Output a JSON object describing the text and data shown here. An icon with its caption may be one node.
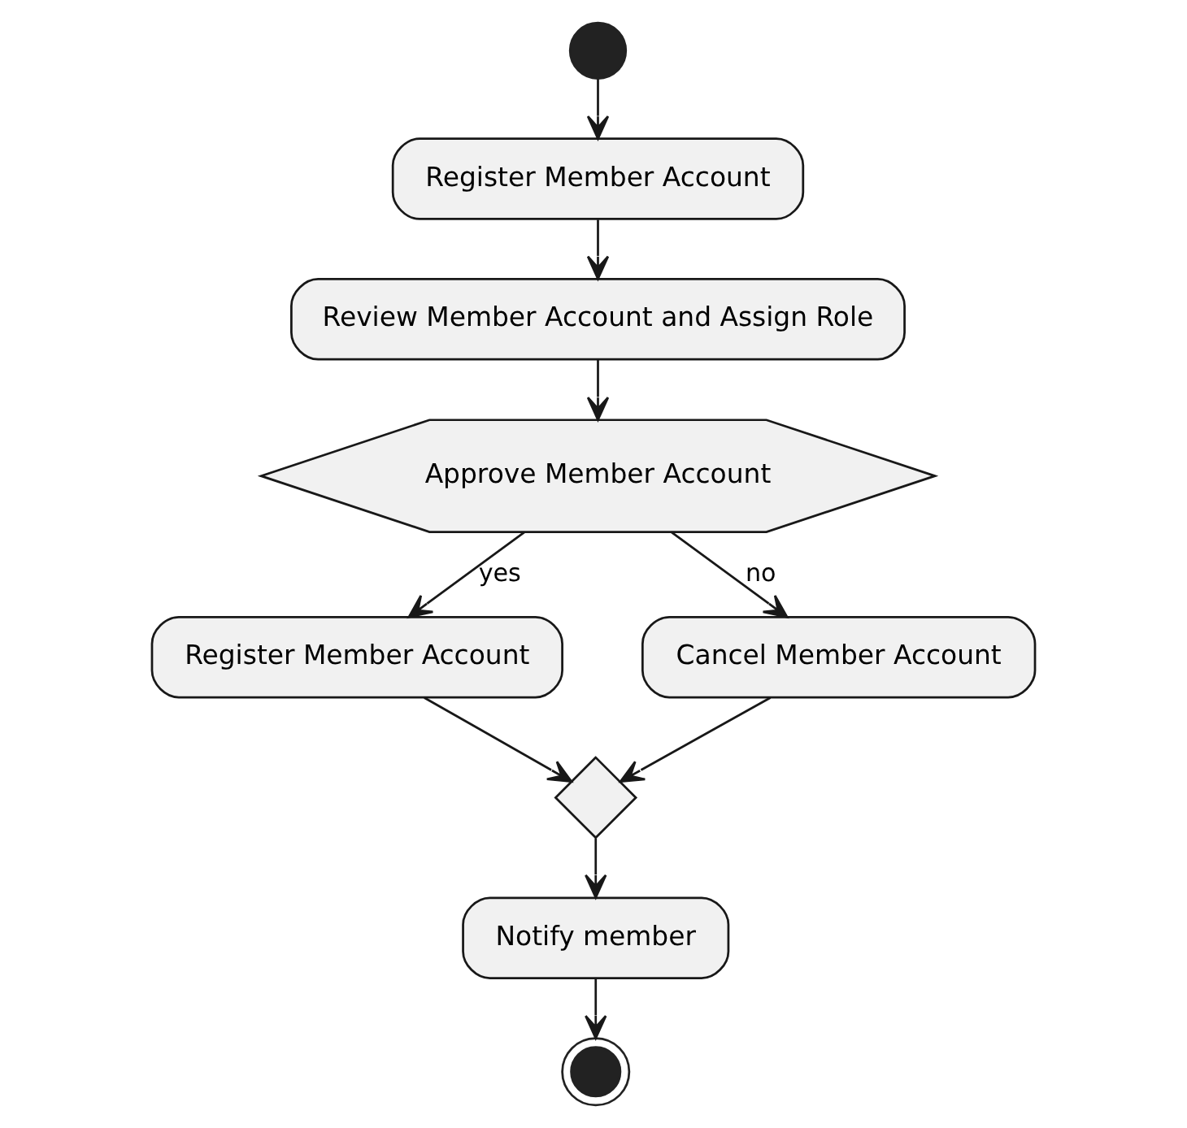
{
  "diagram": {
    "nodes": [
      {
        "text": [],
        "shape": "circle"
      },
      {
        "text": [
          "Register Member Account"
        ]
      },
      {
        "text": [
          "Review Member Account and Assign Role"
        ]
      },
      {
        "text": [
          "Approve Member Account"
        ]
      },
      {
        "text": [
          "Register Member Account"
        ]
      },
      {
        "text": [
          "Cancel Member Account"
        ]
      },
      {
        "text": [],
        "shape": "diamond"
      },
      {
        "text": [
          "Notify member"
        ]
      },
      {
        "text": [],
        "shape": "circle"
      }
    ],
    "edges": [
      {
        "from": 0,
        "to": 1,
        "arrow": "to"
      },
      {
        "from": 1,
        "to": 2,
        "arrow": "to"
      },
      {
        "from": 2,
        "to": 3,
        "arrow": "to"
      },
      {
        "from": 3,
        "to": 4,
        "arrow": "to",
        "label": "yes"
      },
      {
        "from": 3,
        "to": 5,
        "arrow": "to",
        "label": "no"
      },
      {
        "from": 4,
        "to": 6,
        "arrow": "to"
      },
      {
        "from": 5,
        "to": 6,
        "arrow": "to"
      },
      {
        "from": 6,
        "to": 7,
        "arrow": "to"
      },
      {
        "from": 7,
        "to": 8,
        "arrow": "to"
      }
    ]
  }
}
